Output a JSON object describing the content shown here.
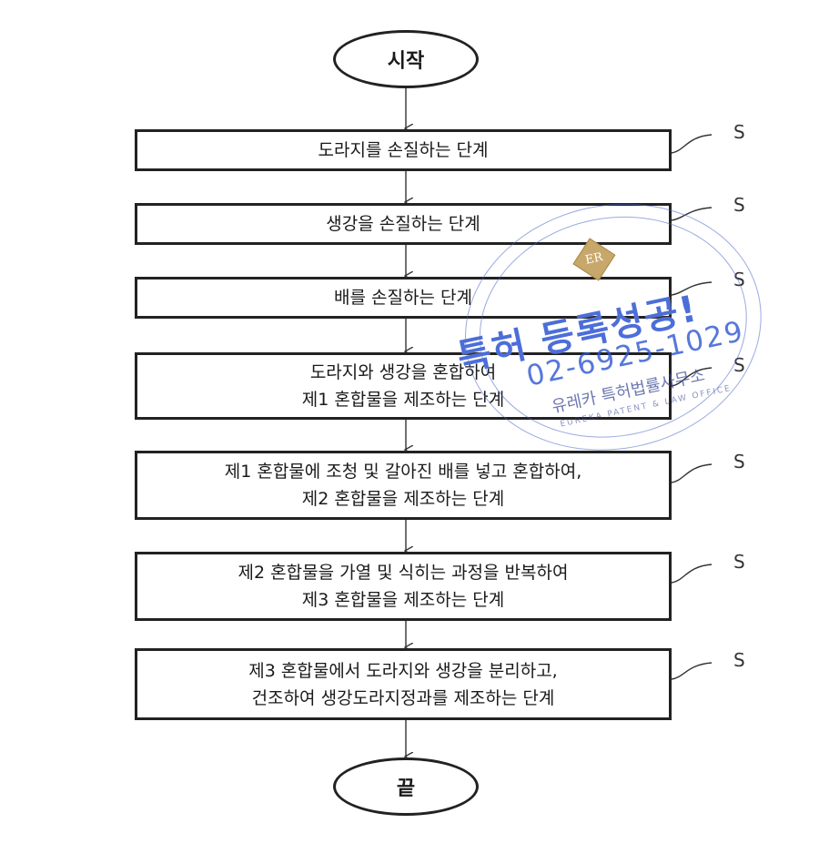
{
  "flowchart": {
    "start": "시작",
    "end": "끝",
    "steps": [
      {
        "lines": [
          "도라지를 손질하는 단계"
        ],
        "label": "S"
      },
      {
        "lines": [
          "생강을 손질하는 단계"
        ],
        "label": "S"
      },
      {
        "lines": [
          "배를 손질하는 단계"
        ],
        "label": "S"
      },
      {
        "lines": [
          "도라지와 생강을 혼합하여",
          "제1 혼합물을 제조하는 단계"
        ],
        "label": "S"
      },
      {
        "lines": [
          "제1 혼합물에 조청 및 갈아진 배를 넣고 혼합하여,",
          "제2 혼합물을 제조하는 단계"
        ],
        "label": "S"
      },
      {
        "lines": [
          "제2 혼합물을 가열 및 식히는 과정을 반복하여",
          "제3 혼합물을 제조하는 단계"
        ],
        "label": "S"
      },
      {
        "lines": [
          "제3 혼합물에서 도라지와 생강을 분리하고,",
          "건조하여 생강도라지정과를 제조하는 단계"
        ],
        "label": "S"
      }
    ]
  },
  "watermark": {
    "title": "특허 등록성공!",
    "phone": "02-6925-1029",
    "firm": "유레카 특허법률사무소",
    "firm_en": "EUREKA PATENT & LAW OFFICE",
    "logo_text": "ER"
  }
}
